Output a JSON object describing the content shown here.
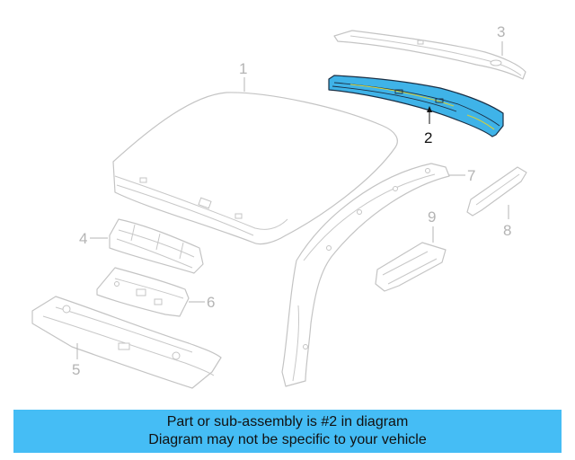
{
  "diagram": {
    "highlighted_part": "2",
    "callouts": [
      {
        "id": "1",
        "label": "1"
      },
      {
        "id": "2",
        "label": "2"
      },
      {
        "id": "3",
        "label": "3"
      },
      {
        "id": "4",
        "label": "4"
      },
      {
        "id": "5",
        "label": "5"
      },
      {
        "id": "6",
        "label": "6"
      },
      {
        "id": "7",
        "label": "7"
      },
      {
        "id": "8",
        "label": "8"
      },
      {
        "id": "9",
        "label": "9"
      }
    ],
    "colors": {
      "highlight_fill": "#3fb3e8",
      "highlight_outline": "#1a2f45",
      "part_outline": "#c4c4c4",
      "banner_background": "#45bdf5"
    }
  },
  "banner": {
    "line1": "Part or sub-assembly is #2 in diagram",
    "line2": "Diagram may not be specific to your vehicle"
  }
}
